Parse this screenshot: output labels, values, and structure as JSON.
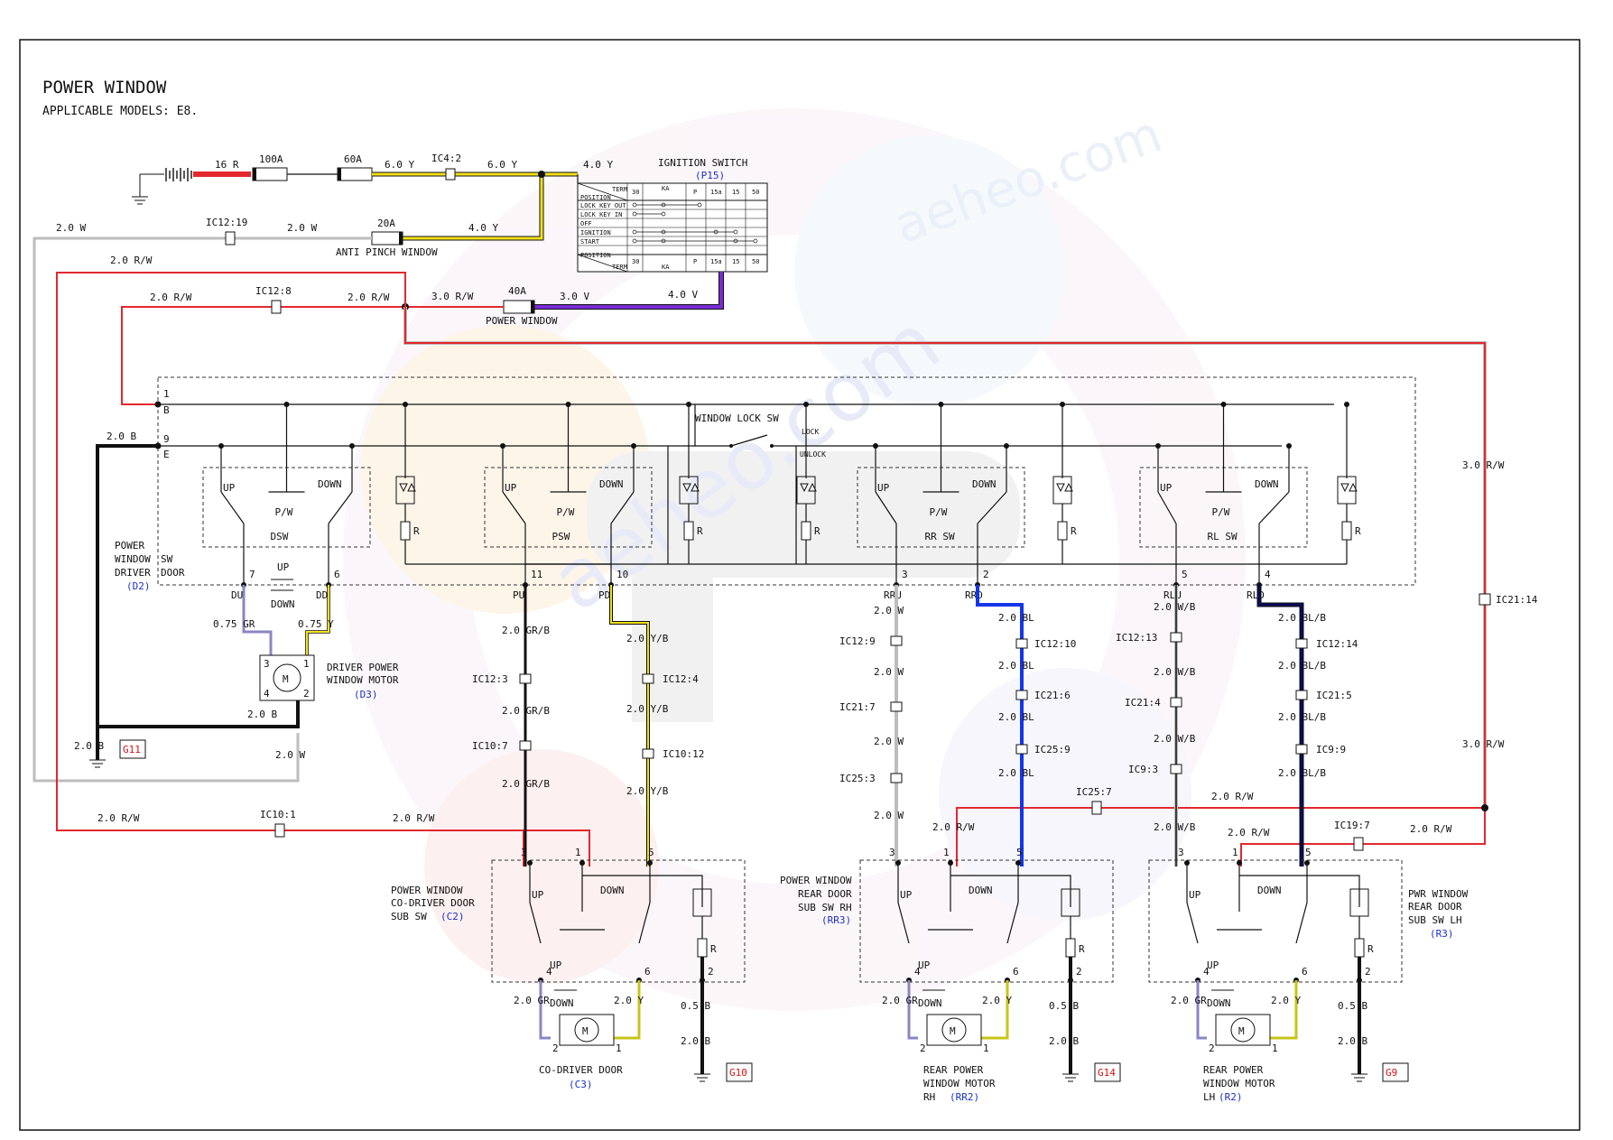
{
  "title": "POWER WINDOW",
  "subtitle": "APPLICABLE MODELS: E8.",
  "watermark": "aeheo.com",
  "colors": {
    "red": "#e3282d",
    "yellow": "#f2e11a",
    "gray": "#bdbdbd",
    "black": "#111111",
    "violet": "#7a2bd6",
    "blue": "#1436e8",
    "navy": "#0a0a58",
    "lavender": "#8a86c4",
    "olive": "#c8c41a"
  },
  "ignition": {
    "title": "IGNITION SWITCH",
    "code": "(P15)",
    "header": [
      "TERM",
      "30",
      "KA",
      "P",
      "15a",
      "15",
      "50"
    ],
    "rows": [
      "POSITION",
      "LOCK KEY OUT",
      "LOCK KEY IN",
      "OFF",
      "IGNITION",
      "START"
    ],
    "footer": [
      "POSITION",
      "TERM",
      "30",
      "KA",
      "P",
      "15a",
      "15",
      "50"
    ]
  },
  "fuses": {
    "f100": "100A",
    "f60": "60A",
    "f20": "20A",
    "f40": "40A",
    "anti_pinch": "ANTI PINCH WINDOW",
    "power_window": "POWER WINDOW"
  },
  "wires": {
    "w16r": "16 R",
    "w6y": "6.0 Y",
    "w6y2": "6.0 Y",
    "w4y": "4.0 Y",
    "w4y2": "4.0 Y",
    "w2w": "2.0 W",
    "w2w2": "2.0 W",
    "w2rw": "2.0 R/W",
    "w2rw2": "2.0 R/W",
    "w2rw3": "2.0 R/W",
    "w3rw": "3.0 R/W",
    "w3v": "3.0 V",
    "w4v": "4.0 V",
    "w3rw_r1": "3.0 R/W",
    "w3rw_r2": "3.0 R/W",
    "w2b": "2.0 B",
    "w2b2": "2.0 B",
    "w2w3": "2.0 W",
    "w075gr": "0.75 GR",
    "w075y": "0.75 Y",
    "pu1": "2.0 GR/B",
    "pu2": "2.0 GR/B",
    "pu3": "2.0 GR/B",
    "pd1": "2.0 Y/B",
    "pd2": "2.0 Y/B",
    "pd3": "2.0 Y/B",
    "rru1": "2.0 W",
    "rru2": "2.0 W",
    "rru3": "2.0 W",
    "rru4": "2.0 W",
    "rrd1": "2.0 BL",
    "rrd2": "2.0 BL",
    "rrd3": "2.0 BL",
    "rrd4": "2.0 BL",
    "rlu1": "2.0 W/B",
    "rlu2": "2.0 W/B",
    "rlu3": "2.0 W/B",
    "rlu4": "2.0 W/B",
    "rld1": "2.0 BL/B",
    "rld2": "2.0 BL/B",
    "rld3": "2.0 BL/B",
    "rld4": "2.0 BL/B",
    "brw1": "2.0 R/W",
    "brw2": "2.0 R/W",
    "brw3": "2.0 R/W",
    "brw4": "2.0 R/W",
    "brw5": "2.0 R/W",
    "brw6": "2.0 R/W",
    "cgr": "2.0 GR",
    "cy": "2.0 Y",
    "c05b": "0.5 B",
    "c2b": "2.0 B",
    "rgr": "2.0 GR",
    "ry": "2.0 Y",
    "r05b": "0.5 B",
    "r2b": "2.0 B",
    "lgr": "2.0 GR",
    "ly": "2.0 Y",
    "l05b": "0.5 B",
    "l2b": "2.0 B"
  },
  "connectors": {
    "ic4_2": "IC4:2",
    "ic12_19": "IC12:19",
    "ic12_8": "IC12:8",
    "ic10_1": "IC10:1",
    "ic21_14": "IC21:14",
    "ic12_3": "IC12:3",
    "ic10_7": "IC10:7",
    "ic12_4": "IC12:4",
    "ic10_12": "IC10:12",
    "ic12_9": "IC12:9",
    "ic21_7": "IC21:7",
    "ic25_3": "IC25:3",
    "ic12_10": "IC12:10",
    "ic21_6": "IC21:6",
    "ic25_9": "IC25:9",
    "ic25_7": "IC25:7",
    "ic12_13": "IC12:13",
    "ic21_4": "IC21:4",
    "ic9_3": "IC9:3",
    "ic12_14": "IC12:14",
    "ic21_5": "IC21:5",
    "ic9_9": "IC9:9",
    "ic19_7": "IC19:7"
  },
  "driver_switch": {
    "label": [
      "POWER",
      "WINDOW",
      "DRIVER"
    ],
    "sw": "SW",
    "door": "DOOR",
    "code": "(D2)",
    "window_lock": "WINDOW LOCK SW",
    "lock": "LOCK",
    "unlock": "UNLOCK",
    "pin1": "1",
    "pinB": "B",
    "pin9": "9",
    "pinE": "E",
    "up": "UP",
    "down": "DOWN",
    "pw": "P/W",
    "r": "R",
    "dsw": "DSW",
    "psw": "PSW",
    "rrsw": "RR SW",
    "rlsw": "RL SW",
    "pins": [
      "7",
      "6",
      "11",
      "10",
      "3",
      "2",
      "5",
      "4"
    ],
    "pin_names": [
      "DU",
      "DD",
      "PU",
      "PD",
      "RRU",
      "RRD",
      "RLU",
      "RLD"
    ]
  },
  "driver_motor": {
    "label": [
      "DRIVER POWER",
      "WINDOW MOTOR"
    ],
    "code": "(D3)",
    "m": "M",
    "up": "UP",
    "down": "DOWN",
    "pins": [
      "3",
      "1",
      "4",
      "2"
    ]
  },
  "co_driver": {
    "label": [
      "POWER WINDOW",
      "CO-DRIVER DOOR",
      "SUB SW"
    ],
    "code": "(C2)",
    "motor": "CO-DRIVER DOOR",
    "motor_code": "(C3)",
    "pins": [
      "3",
      "1",
      "5",
      "4",
      "6",
      "2",
      "1"
    ]
  },
  "rear_rh": {
    "label": [
      "POWER WINDOW",
      "REAR DOOR",
      "SUB SW RH"
    ],
    "code": "(RR3)",
    "motor": [
      "REAR POWER",
      "WINDOW MOTOR",
      "RH"
    ],
    "motor_code": "(RR2)",
    "pins": [
      "3",
      "1",
      "5",
      "4",
      "6",
      "2",
      "2",
      "1"
    ]
  },
  "rear_lh": {
    "label": [
      "PWR WINDOW",
      "REAR DOOR",
      "SUB SW LH"
    ],
    "code": "(R3)",
    "motor": [
      "REAR POWER",
      "WINDOW MOTOR",
      "LH"
    ],
    "motor_code": "(R2)",
    "pins": [
      "3",
      "1",
      "5",
      "4",
      "6",
      "2",
      "2",
      "1"
    ]
  },
  "grounds": {
    "g11": "G11",
    "g10": "G10",
    "g14": "G14",
    "g9": "G9"
  }
}
